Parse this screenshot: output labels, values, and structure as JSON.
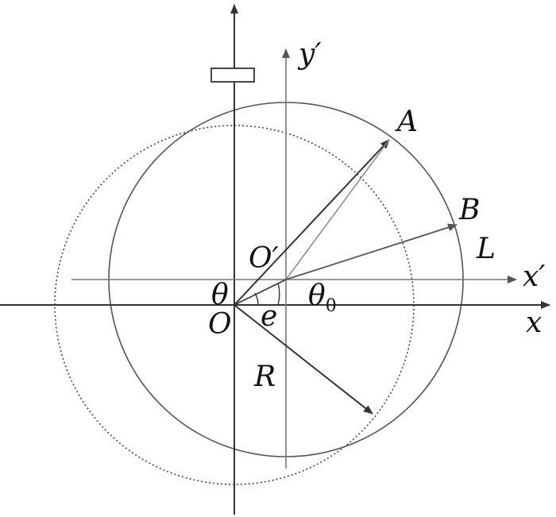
{
  "labels": {
    "A": "A",
    "B": "B",
    "L": "L",
    "O_prime": "O′",
    "O": "O",
    "theta": "θ",
    "theta0_base": "θ",
    "theta0_sub": "0",
    "e": "e",
    "R": "R",
    "x": "x",
    "x_prime": "x′",
    "y_prime": "y′"
  },
  "colors": {
    "stroke": "#333333",
    "light_stroke": "#8a8a8a",
    "dotted": "#444444",
    "text": "#111111"
  }
}
